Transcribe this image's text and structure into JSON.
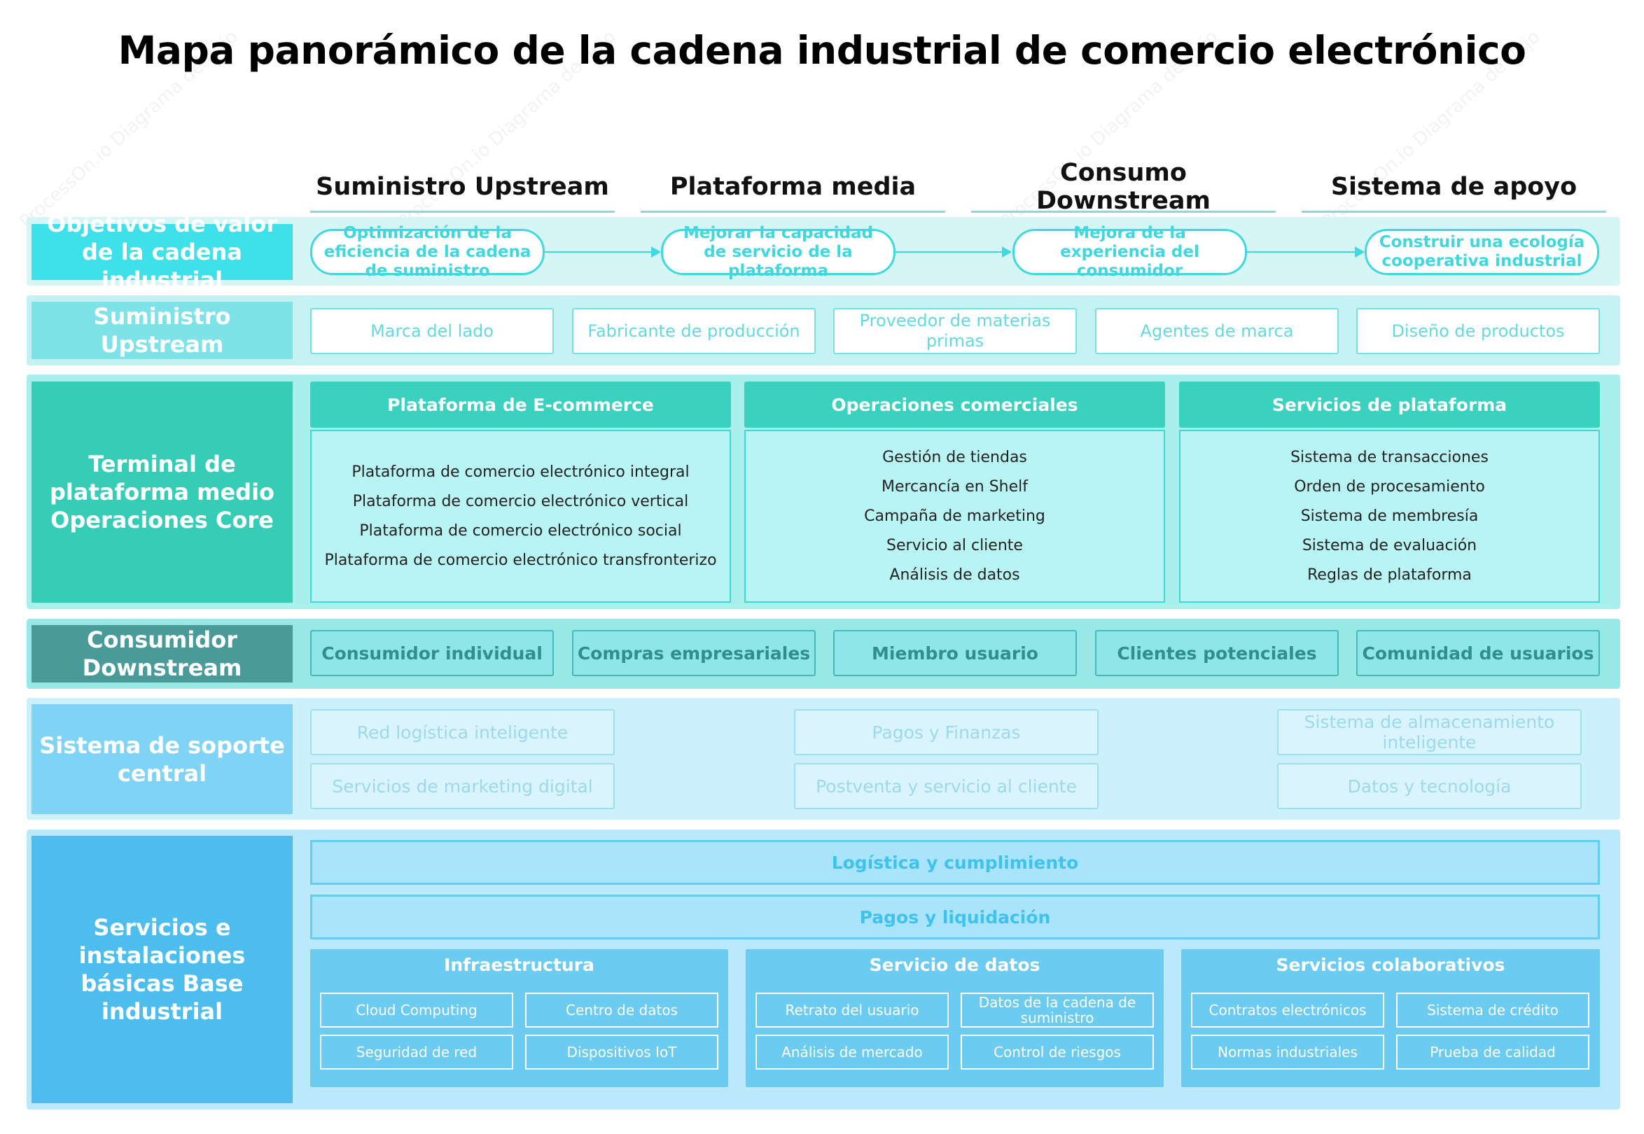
{
  "title": "Mapa panorámico de la cadena industrial de comercio electrónico",
  "columns": [
    "Suministro Upstream",
    "Plataforma media",
    "Consumo Downstream",
    "Sistema de apoyo"
  ],
  "value_row": {
    "label": "Objetivos de valor de la cadena industrial",
    "goals": [
      "Optimización de la eficiencia de la cadena de suministro",
      "Mejorar la capacidad de servicio de la plataforma",
      "Mejora de la experiencia del consumidor",
      "Construir una ecología cooperativa industrial"
    ]
  },
  "upstream_row": {
    "label": "Suministro Upstream",
    "items": [
      "Marca del lado",
      "Fabricante de producción",
      "Proveedor de materias primas",
      "Agentes de marca",
      "Diseño de productos"
    ]
  },
  "core_row": {
    "label": "Terminal de plataforma medio Operaciones Core",
    "groups": [
      {
        "header": "Plataforma de E-commerce",
        "items": [
          "Plataforma de comercio electrónico integral",
          "Plataforma de comercio electrónico vertical",
          "Plataforma de comercio electrónico social",
          "Plataforma de comercio electrónico transfronterizo"
        ]
      },
      {
        "header": "Operaciones comerciales",
        "items": [
          "Gestión de tiendas",
          "Mercancía en Shelf",
          "Campaña de marketing",
          "Servicio al cliente",
          "Análisis de datos"
        ]
      },
      {
        "header": "Servicios de plataforma",
        "items": [
          "Sistema de transacciones",
          "Orden de procesamiento",
          "Sistema de membresía",
          "Sistema de evaluación",
          "Reglas de plataforma"
        ]
      }
    ]
  },
  "downstream_row": {
    "label": "Consumidor Downstream",
    "items": [
      "Consumidor individual",
      "Compras empresariales",
      "Miembro usuario",
      "Clientes potenciales",
      "Comunidad de usuarios"
    ]
  },
  "support_row": {
    "label": "Sistema de soporte central",
    "items": [
      "Red logística inteligente",
      "Servicios de marketing digital",
      "Pagos y Finanzas",
      "Postventa y servicio al cliente",
      "Sistema de almacenamiento inteligente",
      "Datos y tecnología"
    ]
  },
  "base_row": {
    "label": "Servicios e instalaciones básicas Base industrial",
    "bars": [
      "Logística y cumplimiento",
      "Pagos y liquidación"
    ],
    "groups": [
      {
        "title": "Infraestructura",
        "items": [
          "Cloud Computing",
          "Centro de datos",
          "Seguridad de red",
          "Dispositivos IoT"
        ]
      },
      {
        "title": "Servicio de datos",
        "items": [
          "Retrato del usuario",
          "Datos de la cadena de suministro",
          "Análisis de mercado",
          "Control de riesgos"
        ]
      },
      {
        "title": "Servicios colaborativos",
        "items": [
          "Contratos electrónicos",
          "Sistema de crédito",
          "Normas industriales",
          "Prueba de calidad"
        ]
      }
    ]
  },
  "watermark": "ProcessOn.io Diagrama de flujo",
  "colors": {
    "cyan": "#3fd8de",
    "teal": "#3ad1bf",
    "dark_teal": "#4a9e9b",
    "sky": "#7fd3f4",
    "blue": "#4dbdee"
  }
}
